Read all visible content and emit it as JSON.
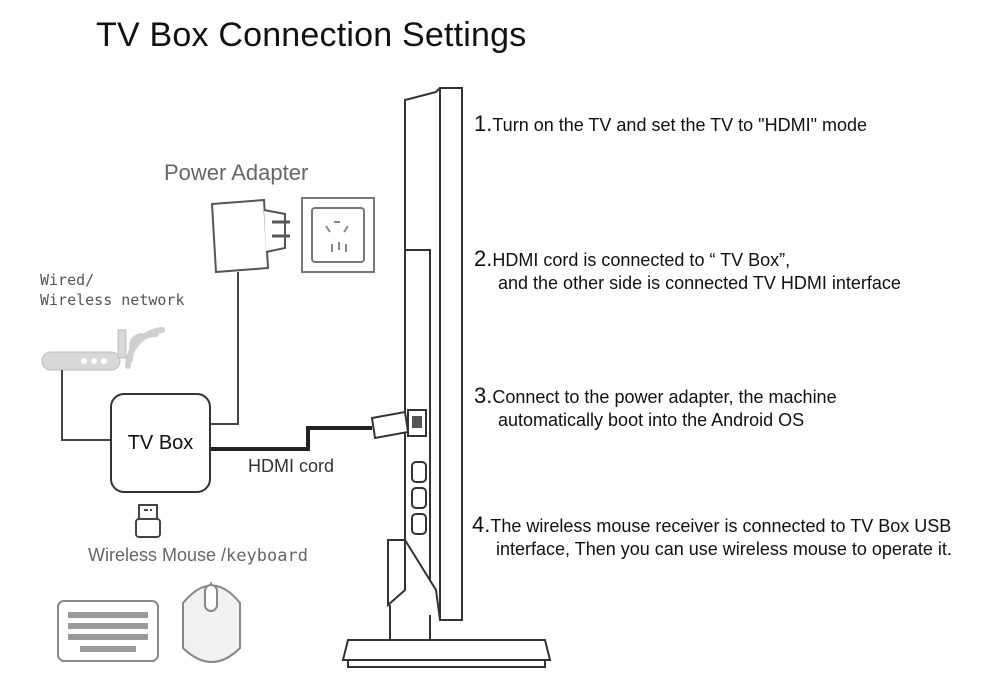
{
  "title": "TV Box Connection Settings",
  "labels": {
    "power_adapter": "Power Adapter",
    "network_line1": "Wired/",
    "network_line2": "Wireless network",
    "tv_box": "TV Box",
    "hdmi_cord": "HDMI cord",
    "mouse_keyboard_a": "Wireless Mouse /",
    "mouse_keyboard_b": "keyboard"
  },
  "steps": [
    {
      "num": "1.",
      "line1": "Turn on the TV and set the TV to \"HDMI\" mode",
      "line2": ""
    },
    {
      "num": "2.",
      "line1": "HDMI cord is connected to “ TV Box”,",
      "line2": "and the other side is connected TV HDMI interface"
    },
    {
      "num": "3.",
      "line1": "Connect to the power adapter, the machine",
      "line2": "automatically boot into the Android OS"
    },
    {
      "num": "4.",
      "line1": "The wireless mouse receiver is connected to TV  Box USB",
      "line2": "interface, Then you can use wireless mouse to operate it."
    }
  ],
  "icons": [
    "tv-side-view-icon",
    "power-adapter-icon",
    "wall-socket-icon",
    "router-icon",
    "wifi-signal-icon",
    "usb-receiver-icon",
    "keyboard-icon",
    "mouse-icon",
    "hdmi-plug-icon"
  ]
}
